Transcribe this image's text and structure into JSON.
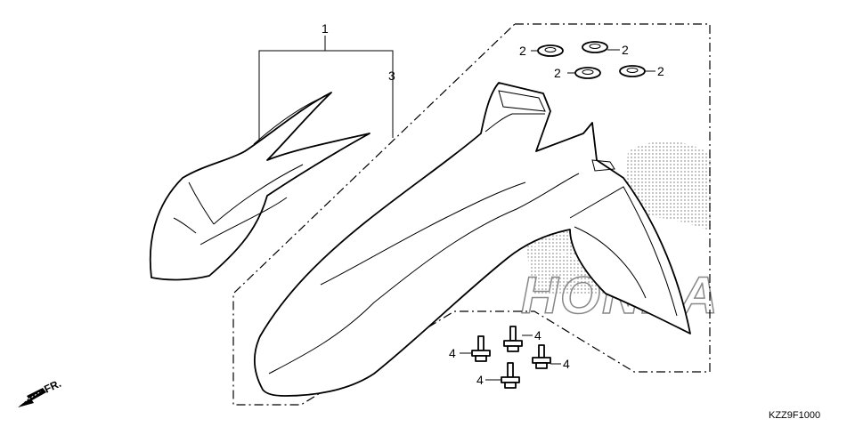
{
  "diagram": {
    "drawing_code": "KZZ9F1000",
    "direction_label": "FR.",
    "watermark": "HONDA",
    "callouts": {
      "c1": "1",
      "c3": "3",
      "c2a": "2",
      "c2b": "2",
      "c2c": "2",
      "c2d": "2",
      "c4a": "4",
      "c4b": "4",
      "c4c": "4",
      "c4d": "4"
    }
  }
}
